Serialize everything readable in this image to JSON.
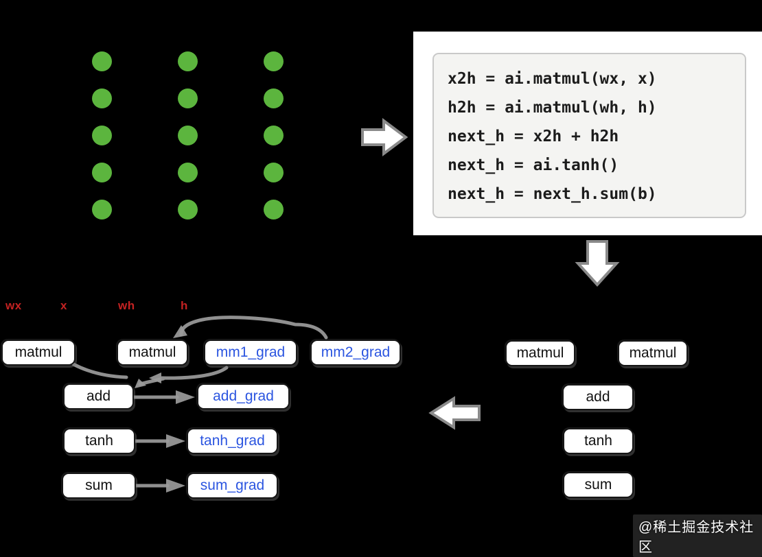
{
  "background_color": "#000000",
  "neuron_grid": {
    "rows": 5,
    "cols": 3,
    "dot_count": 15,
    "dot_color": "#5cb53e"
  },
  "code_panel": {
    "panel_bg": "#ffffff",
    "box_bg": "#f4f4f2",
    "text_color": "#1c1c1c",
    "lines": [
      "x2h = ai.matmul(wx, x)",
      "h2h = ai.matmul(wh, h)",
      "next_h = x2h + h2h",
      "next_h = ai.tanh()",
      "next_h = next_h.sum(b)"
    ]
  },
  "left_graph": {
    "input_labels": [
      {
        "label": "wx"
      },
      {
        "label": "x"
      },
      {
        "label": "wh"
      },
      {
        "label": "h"
      }
    ],
    "input_label_color": "#c42222",
    "forward_text_color": "#111111",
    "grad_text_color": "#2b55e0",
    "nodes": [
      {
        "label": "matmul",
        "kind": "forward"
      },
      {
        "label": "matmul",
        "kind": "forward"
      },
      {
        "label": "mm1_grad",
        "kind": "grad"
      },
      {
        "label": "mm2_grad",
        "kind": "grad"
      },
      {
        "label": "add",
        "kind": "forward"
      },
      {
        "label": "add_grad",
        "kind": "grad"
      },
      {
        "label": "tanh",
        "kind": "forward"
      },
      {
        "label": "tanh_grad",
        "kind": "grad"
      },
      {
        "label": "sum",
        "kind": "forward"
      },
      {
        "label": "sum_grad",
        "kind": "grad"
      }
    ]
  },
  "right_graph": {
    "nodes": [
      {
        "label": "matmul"
      },
      {
        "label": "matmul"
      },
      {
        "label": "add"
      },
      {
        "label": "tanh"
      },
      {
        "label": "sum"
      }
    ]
  },
  "arrows": {
    "connector_color": "#9c9c9c",
    "big_arrow_fill": "#ffffff",
    "big_arrow_stroke": "#8a8a8a"
  },
  "watermark": {
    "text": "@稀土掘金技术社区"
  }
}
